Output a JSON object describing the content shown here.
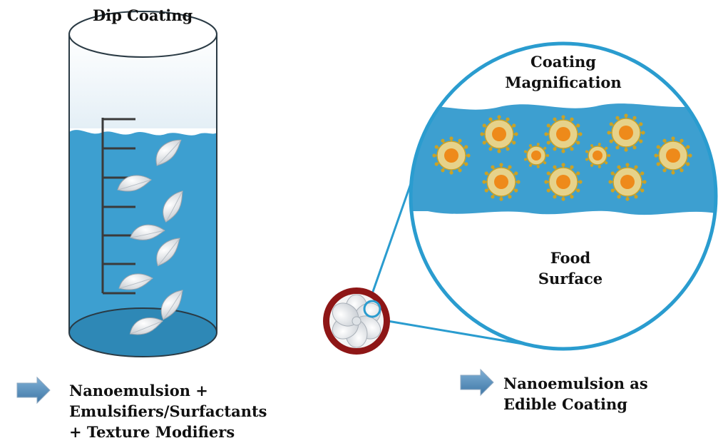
{
  "title": "Dip Coating",
  "beaker_caption": [
    "Nanoemulsion +",
    "Emulsifiers/Surfactants",
    "+ Texture Modifiers"
  ],
  "magnified": {
    "heading": [
      "Coating",
      "Magnification"
    ],
    "surface": [
      "Food",
      "Surface"
    ]
  },
  "coating_caption": [
    "Nanoemulsion as",
    "Edible Coating"
  ],
  "icons": {
    "beaker": "beaker-icon",
    "fruit": "mangosteen-icon",
    "droplet": "nanoemulsion-droplet-icon",
    "arrow": "right-arrow-icon"
  },
  "colors": {
    "liquid": "#3d9fd0",
    "liquid_dark": "#2e88b6",
    "outline": "#2a9ccf",
    "droplet_core": "#ee8a1a",
    "droplet_ring": "#e6d28a",
    "droplet_spikes": "#c9a227",
    "fruit_skin": "#8e1616",
    "arrow": "#4a84b2"
  }
}
